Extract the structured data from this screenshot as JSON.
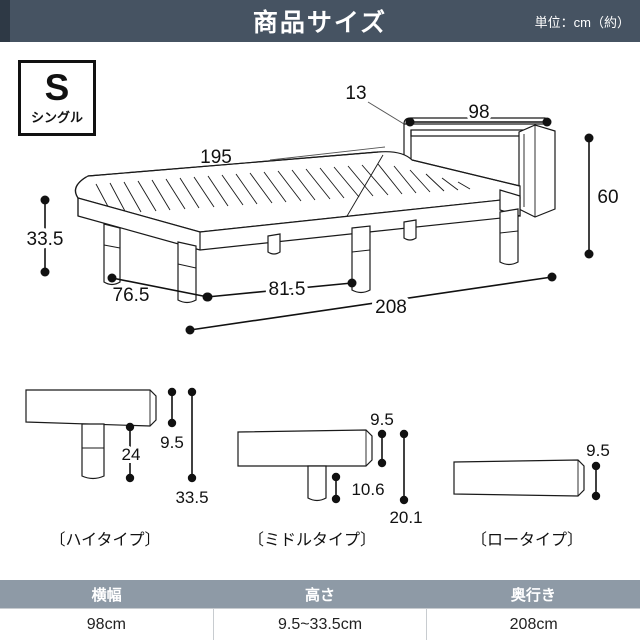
{
  "header": {
    "title": "商品サイズ",
    "unit_note": "単位：cm（約）"
  },
  "badge": {
    "letter": "S",
    "sublabel": "シングル"
  },
  "main_diagram": {
    "dimensions": {
      "mattress_length": "195",
      "headboard_thickness": "13",
      "headboard_width": "98",
      "total_height": "60",
      "frame_height": "33.5",
      "leg_gap_left": "76.5",
      "leg_gap_mid": "81.5",
      "total_depth": "208"
    }
  },
  "variants": [
    {
      "name": "high-type",
      "label": "〔ハイタイプ〕",
      "frame_thickness": "9.5",
      "leg_length": "24",
      "total_height": "33.5"
    },
    {
      "name": "middle-type",
      "label": "〔ミドルタイプ〕",
      "frame_thickness": "9.5",
      "leg_length": "10.6",
      "total_height": "20.1"
    },
    {
      "name": "low-type",
      "label": "〔ロータイプ〕",
      "frame_thickness": "9.5"
    }
  ],
  "spec_table": {
    "headers": [
      "横幅",
      "高さ",
      "奥行き"
    ],
    "values": [
      "98cm",
      "9.5~33.5cm",
      "208cm"
    ]
  },
  "colors": {
    "header_bg": "#465362",
    "header_edge": "#2e3945",
    "table_head_bg": "#8e9aa6",
    "line": "#1a1a1a"
  }
}
